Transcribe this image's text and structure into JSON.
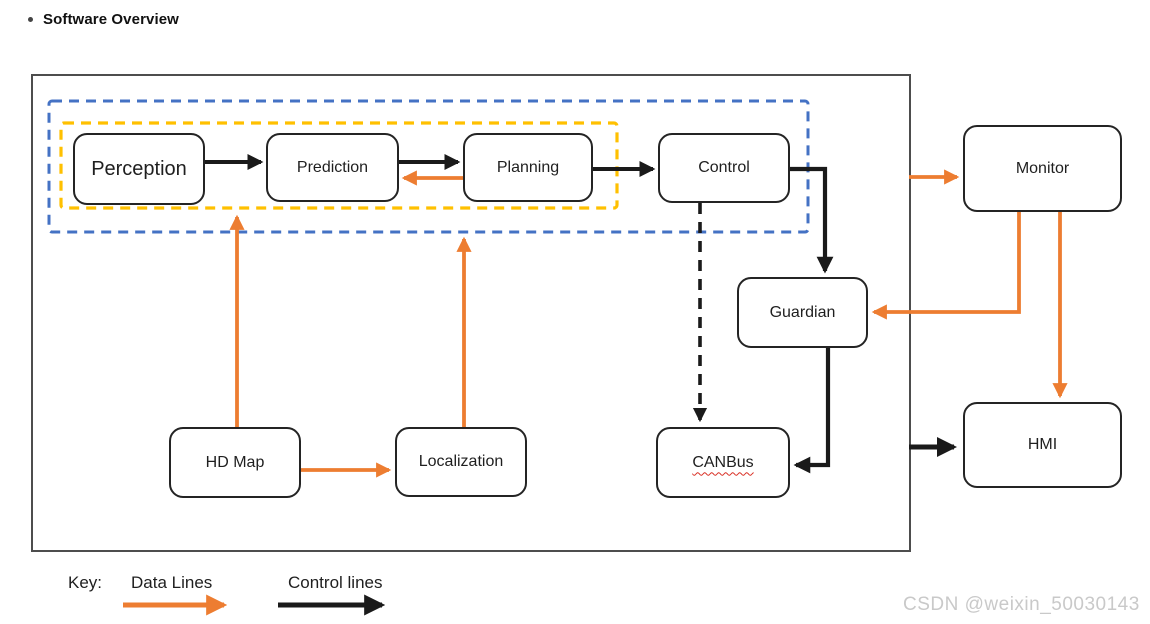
{
  "title": "Software Overview",
  "watermark": "CSDN @weixin_50030143",
  "nodes": {
    "perception": {
      "label": "Perception"
    },
    "prediction": {
      "label": "Prediction"
    },
    "planning": {
      "label": "Planning"
    },
    "control": {
      "label": "Control"
    },
    "monitor": {
      "label": "Monitor"
    },
    "guardian": {
      "label": "Guardian"
    },
    "canbus": {
      "label": "CANBus"
    },
    "hd_map": {
      "label": "HD Map"
    },
    "localization": {
      "label": "Localization"
    },
    "hmi": {
      "label": "HMI"
    }
  },
  "key": {
    "label": "Key:",
    "data_lines_label": "Data Lines",
    "control_lines_label": "Control lines"
  },
  "colors": {
    "data_line_orange": "#ED7D31",
    "control_line_black": "#1A1A1A",
    "inner_group_dashed_yellow": "#FFC000",
    "outer_group_dashed_blue": "#4472C4",
    "boundary_gray": "#4D4D4D",
    "misspell_underline_red": "#D93025",
    "watermark_gray": "#C9C9C9"
  },
  "edges": [
    {
      "from": "Perception",
      "to": "Prediction",
      "type": "control"
    },
    {
      "from": "Prediction",
      "to": "Planning",
      "type": "control"
    },
    {
      "from": "Planning",
      "to": "Prediction",
      "type": "data"
    },
    {
      "from": "Planning",
      "to": "Control",
      "type": "control"
    },
    {
      "from": "Control",
      "to": "Guardian",
      "type": "control"
    },
    {
      "from": "Control",
      "to": "CANBus",
      "type": "control-dashed"
    },
    {
      "from": "Guardian",
      "to": "CANBus",
      "type": "control"
    },
    {
      "from": "HD Map",
      "to": "Localization",
      "type": "data"
    },
    {
      "from": "HD Map",
      "to": "perception-prediction-group",
      "type": "data"
    },
    {
      "from": "Localization",
      "to": "planning-group",
      "type": "data"
    },
    {
      "from": "software-boundary",
      "to": "Monitor",
      "type": "data"
    },
    {
      "from": "Monitor",
      "to": "Guardian",
      "type": "data"
    },
    {
      "from": "Monitor",
      "to": "HMI",
      "type": "data"
    },
    {
      "from": "software-boundary",
      "to": "HMI",
      "type": "control"
    }
  ]
}
